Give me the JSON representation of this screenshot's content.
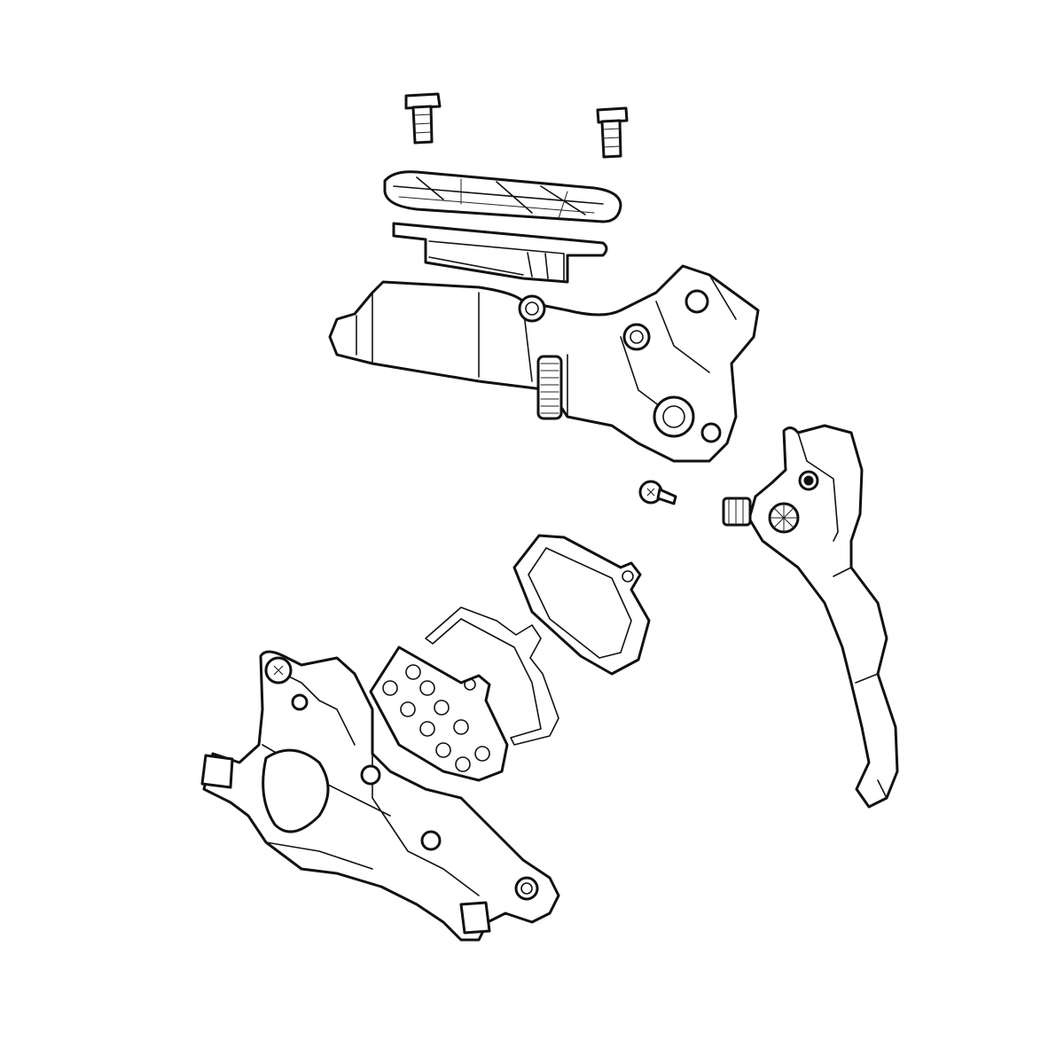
{
  "diagram": {
    "kind": "exploded-view line drawing",
    "line_color": "#111111",
    "background_color": "#ffffff",
    "parts": [
      "reservoir-bolt-left",
      "reservoir-bolt-right",
      "reservoir-cover",
      "reservoir-diaphragm",
      "master-cylinder-body",
      "small-torx-screw",
      "brake-lever-blade",
      "brake-pad-front",
      "pad-spring-clip",
      "brake-pad-back",
      "brake-caliper"
    ]
  }
}
